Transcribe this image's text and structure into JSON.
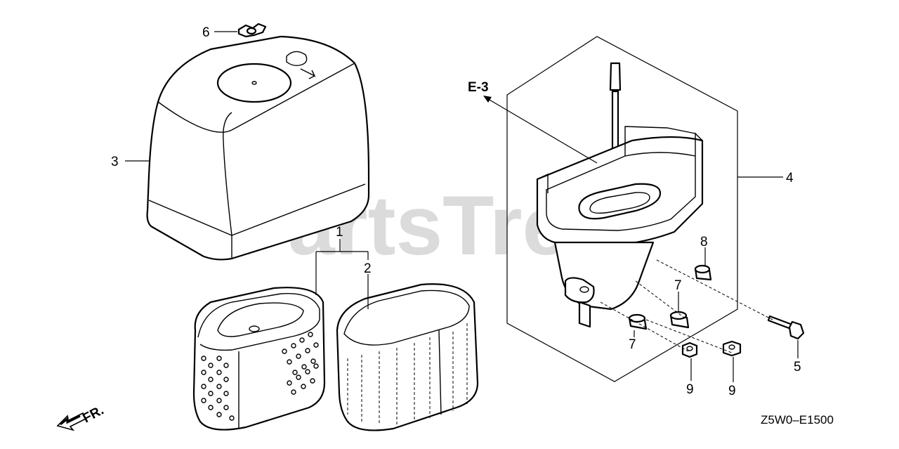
{
  "watermark": "PartsTree",
  "callouts": {
    "c1": "1",
    "c2": "2",
    "c3": "3",
    "c4": "4",
    "c5": "5",
    "c6": "6",
    "c7a": "7",
    "c7b": "7",
    "c8": "8",
    "c9a": "9",
    "c9b": "9",
    "ref": "E-3"
  },
  "front_marker": "FR.",
  "diagram_code": "Z5W0–E1500"
}
